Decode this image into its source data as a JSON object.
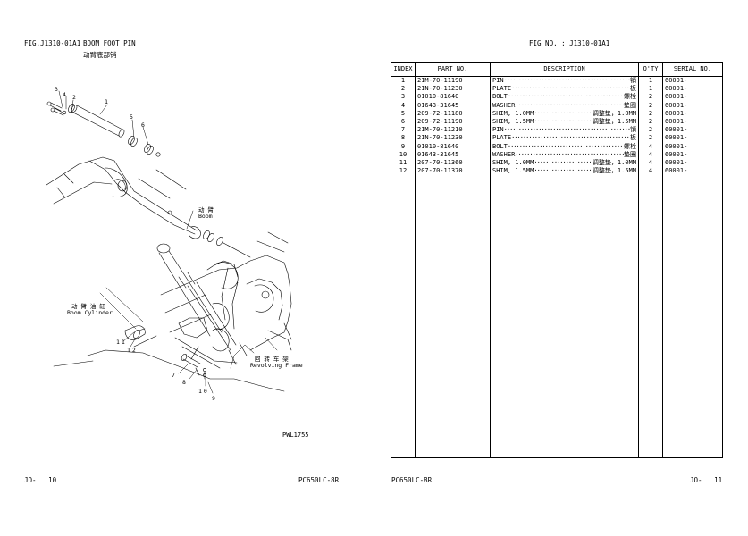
{
  "left_page": {
    "fig_code": "FIG.J1310-01A1",
    "fig_title_en": "BOOM FOOT PIN",
    "fig_title_cn": "动臂底部销",
    "drawing_no": "PWL1755",
    "footer_page": "JO-   10",
    "footer_model": "PC650LC-8R",
    "callouts": [
      "1",
      "2",
      "3",
      "4",
      "5",
      "6",
      "7",
      "8",
      "9",
      "10",
      "11",
      "12"
    ],
    "labels": {
      "boom_cn": "动 臂",
      "boom_en": "Boom",
      "boom_cyl_cn": "动 臂 油 缸",
      "boom_cyl_en": "Boom Cylinder",
      "frame_cn": "回 转 车 架",
      "frame_en": "Revolving Frame"
    }
  },
  "right_page": {
    "fig_no": "FIG NO. : J1310-01A1",
    "footer_model": "PC650LC-8R",
    "footer_page": "JO-   11",
    "columns": [
      "INDEX",
      "PART  NO.",
      "DESCRIPTION",
      "Q'TY",
      "SERIAL NO."
    ],
    "rows": [
      {
        "index": "1",
        "part": "21M-70-11190",
        "desc": "PIN",
        "mid": "",
        "cn": "销",
        "qty": "1",
        "serial": "60001-"
      },
      {
        "index": "2",
        "part": "21N-70-11230",
        "desc": "PLATE",
        "mid": "",
        "cn": "板",
        "qty": "1",
        "serial": "60001-"
      },
      {
        "index": "3",
        "part": "01010-81640",
        "desc": "BOLT",
        "mid": "",
        "cn": "螺栓",
        "qty": "2",
        "serial": "60001-"
      },
      {
        "index": "4",
        "part": "01643-31645",
        "desc": "WASHER",
        "mid": "",
        "cn": "垫圈",
        "qty": "2",
        "serial": "60001-"
      },
      {
        "index": "5",
        "part": "209-72-11180",
        "desc": "SHIM, 1.0MM",
        "mid": "调整垫，",
        "cn": "1.0MM",
        "qty": "2",
        "serial": "60001-"
      },
      {
        "index": "6",
        "part": "209-72-11190",
        "desc": "SHIM, 1.5MM",
        "mid": "调整垫，",
        "cn": "1.5MM",
        "qty": "2",
        "serial": "60001-"
      },
      {
        "index": "7",
        "part": "21M-70-11210",
        "desc": "PIN",
        "mid": "",
        "cn": "销",
        "qty": "2",
        "serial": "60001-"
      },
      {
        "index": "8",
        "part": "21N-70-11230",
        "desc": "PLATE",
        "mid": "",
        "cn": "板",
        "qty": "2",
        "serial": "60001-"
      },
      {
        "index": "9",
        "part": "01010-81640",
        "desc": "BOLT",
        "mid": "",
        "cn": "螺栓",
        "qty": "4",
        "serial": "60001-"
      },
      {
        "index": "10",
        "part": "01643-31645",
        "desc": "WASHER",
        "mid": "",
        "cn": "垫圈",
        "qty": "4",
        "serial": "60001-"
      },
      {
        "index": "11",
        "part": "207-70-11360",
        "desc": "SHIM, 1.0MM",
        "mid": "调整垫，",
        "cn": "1.0MM",
        "qty": "4",
        "serial": "60001-"
      },
      {
        "index": "12",
        "part": "207-70-11370",
        "desc": "SHIM, 1.5MM",
        "mid": "调整垫，",
        "cn": "1.5MM",
        "qty": "4",
        "serial": "60001-"
      }
    ]
  }
}
